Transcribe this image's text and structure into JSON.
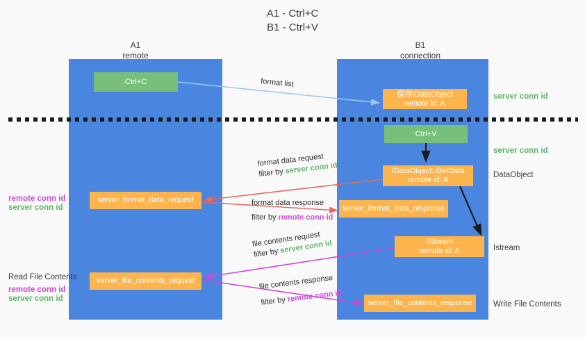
{
  "title": {
    "line1": "A1 - Ctrl+C",
    "line2": "B1 - Ctrl+V"
  },
  "lanes": [
    {
      "id": "a1",
      "name": "A1",
      "sub": "remote"
    },
    {
      "id": "b1",
      "name": "B1",
      "sub": "connection"
    }
  ],
  "boxes": {
    "ctrl_c": {
      "line1": "Ctrl+C",
      "line2": ""
    },
    "save_idataobject": {
      "line1": "保存IDataObject",
      "line2": "remote id: A"
    },
    "ctrl_v": {
      "line1": "Ctrl+V",
      "line2": ""
    },
    "idataobject_getdata": {
      "line1": "IDataObject::GetData",
      "line2": "remote id: A"
    },
    "format_data_request": {
      "line1": "server_format_data_request",
      "line2": ""
    },
    "format_data_response": {
      "line1": "server_format_data_response",
      "line2": ""
    },
    "istream": {
      "line1": "IStream",
      "line2": "remote id: A"
    },
    "file_contents_request": {
      "line1": "server_file_contents_request",
      "line2": ""
    },
    "file_contents_response": {
      "line1": "server_file_contents_response",
      "line2": ""
    }
  },
  "side_notes": {
    "server_conn_id_1": "server conn id",
    "server_conn_id_2": "server conn id",
    "dataobject": "DataObject",
    "istream": "Istream",
    "write_file_contents": "Write File Contents",
    "read_file_contents": "Read File Contents",
    "left_remote_conn_id_1": "remote conn id",
    "left_server_conn_id_1": "server conn id",
    "left_remote_conn_id_2": "remote conn id",
    "left_server_conn_id_2": "server conn id"
  },
  "edges": [
    {
      "id": "format-list",
      "label": "format list",
      "filter_prefix": "",
      "filter_value": "",
      "color": "#9ec9ef"
    },
    {
      "id": "format-data-request",
      "label": "format data request",
      "filter_prefix": "filter by ",
      "filter_value": "server conn id",
      "filter_color": "green",
      "color": "#e8685f"
    },
    {
      "id": "format-data-response",
      "label": "format data response",
      "filter_prefix": "filter by ",
      "filter_value": "remote conn id",
      "filter_color": "purple",
      "color": "#e8685f"
    },
    {
      "id": "file-contents-request",
      "label": "file contents request",
      "filter_prefix": "filter by ",
      "filter_value": "server conn id",
      "filter_color": "green",
      "color": "#c94bd4"
    },
    {
      "id": "file-contents-response",
      "label": "file contents response",
      "filter_prefix": "filter by ",
      "filter_value": "remote conn id",
      "filter_color": "purple",
      "color": "#c94bd4"
    }
  ],
  "colors": {
    "lane": "#4a86e0",
    "green_box": "#78c07a",
    "orange_box": "#fdb44c",
    "green_text": "#62b36a",
    "purple_text": "#c94bd4",
    "red_arrow": "#e8685f",
    "blue_arrow": "#9ec9ef",
    "black_arrow": "#1c1c1c",
    "background": "#f9f9f9"
  }
}
